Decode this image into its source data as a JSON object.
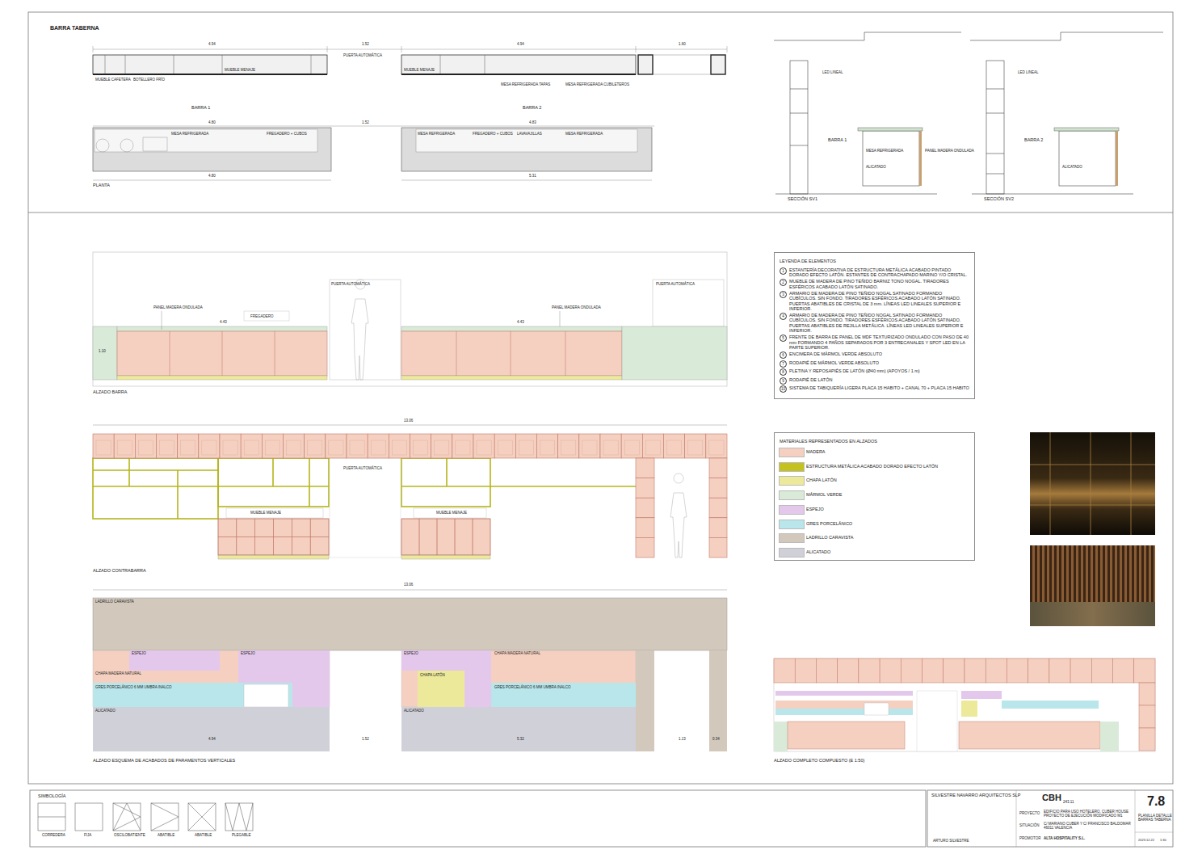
{
  "diagram": {
    "title": "BARRA TABERNA",
    "nodes": [
      {
        "text": [
          "LEYENDA DE ELEMENTOS",
          "1",
          "ESTANTERÍA DECORATIVA DE ESTRUCTURA METÁLICA ACABADO PINTADO DORADO EFECTO LATÓN. ESTANTES DE CONTRACHAPADO MARINO Y/O CRISTAL.",
          "2",
          "MUEBLE DE MADERA DE PINO TEÑIDO BARNIZ TONO NOGAL. TIRADORES ESFÉRICOS ACABADO LATÓN SATINADO.",
          "3",
          "ARMARIO DE MADERA DE PINO TEÑIDO NOGAL SATINADO FORMANDO CUBÍCULOS. SIN FONDO. TIRADORES ESFÉRICOS ACABADO LATÓN SATINADO. PUERTAS ABATIBLES DE CRISTAL DE 3 mm. LÍNEAS LED LINEALES SUPERIOR E INFERIOR.",
          "4",
          "ARMARIO DE MADERA DE PINO TEÑIDO NOGAL SATINADO FORMANDO CUBÍCULOS. SIN FONDO. TIRADORES ESFÉRICOS ACABADO LATÓN SATINADO. PUERTAS ABATIBLES DE REJILLA METÁLICA. LÍNEAS LED LINEALES SUPERIOR E INFERIOR.",
          "5",
          "FRENTE DE BARRA DE PANEL DE MDF TEXTURIZADO ONDULADO CON PASO DE 40 mm FORMANDO 4 PAÑOS SEPARADOS POR 3 ENTRECANALES Y SPOT LED EN LA PARTE SUPERIOR.",
          "6",
          "ENCIMERA DE MÁRMOL VERDE ABSOLUTO",
          "7",
          "RODAPIÉ DE MÁRMOL VERDE ABSOLUTO",
          "8",
          "PLETINA Y REPOSAPIÉS DE LATÓN (Ø40 mm) (APOYOS / 1 m)",
          "9",
          "RODAPIÉ DE LATÓN",
          "10",
          "SISTEMA DE TABIQUERÍA LIGERA PLACA 15 HABITO + CANAL 70 + PLACA 15 HABITO"
        ]
      },
      {
        "text": [
          "MATERIALES REPRESENTADOS EN ALZADOS"
        ]
      }
    ],
    "labels": [
      "BARRA 1",
      "BARRA 2",
      "PLANTA",
      "4.94",
      "1.52",
      "4.94",
      "1.60",
      "MUEBLE MENAJE",
      "MUEBLE MENAJE",
      "MUEBLE CAFETERA",
      "BOTELLERO FRÍO",
      "MESA REFRIGERADA TAPAS",
      "MESA REFRIGERADA CUBILETEROS",
      "PUERTA AUTOMÁTICA",
      "4.80",
      "1.52",
      "4.83",
      "4.80",
      "5.31",
      "MESA REFRIGERADA",
      "FREGADERO + CUBOS",
      "MESA REFRIGERADA",
      "FREGADERO + CUBOS",
      "LAVAVAJILLAS",
      "MESA REFRIGERADA",
      "SECCIÓN SV1",
      "SECCIÓN SV2",
      "BARRA 1",
      "BARRA 2",
      "LED LINEAL",
      "LED LINEAL",
      "ALICATADO",
      "ALICATADO",
      "PANEL MADERA ONDULADA",
      "MESA REFRIGERADA",
      "ALZADO BARRA",
      "PANEL MADERA ONDULADA",
      "PANEL MADERA ONDULADA",
      "4.43",
      "4.43",
      "1.10",
      "ALZADO CONTRABARRA",
      "13.06",
      "MUEBLE MENAJE",
      "MUEBLE MENAJE",
      "ALZADO ESQUEMA DE ACABADOS DE PARAMENTOS VERTICALES",
      "13.06",
      "LADRILLO CARAVISTA",
      "ESPEJO",
      "ESPEJO",
      "ESPEJO",
      "CHAPA MADERA NATURAL",
      "CHAPA MADERA NATURAL",
      "GRES PORCELÁNICO 6 MM UMBRA INALCO",
      "GRES PORCELÁNICO 6 MM UMBRA INALCO",
      "CHAPA LATÓN",
      "ALICATADO",
      "ALICATADO",
      "4.94",
      "1.52",
      "5.32",
      "1.13",
      "0.34",
      "ALZADO COMPLETO COMPUESTO (E 1:50)",
      "SIMBOLOGÍA",
      "CORREDERA",
      "FIJA",
      "OSCILOBATIENTE",
      "ABATIBLE",
      "ABATIBLE",
      "PLEGABLE",
      "SILVESTRE NAVARRO ARQUITECTOS SLP",
      "CBH",
      "243.11",
      "PROYECTO",
      "EDIFICIO PARA USO HOTELERO. CUBER HOUSE PROYECTO DE EJECUCIÓN MODIFICADO M1",
      "SITUACIÓN",
      "C/ MARIANO CUBER Y C/ FRANCISCO BALDOMAR 46011 VALENCIA",
      "PROMOTOR",
      "ALTA HOSPITALITY S.L.",
      "7.8",
      "PLANILLA DETALLE BARRAS TABERNA",
      "2023.12.22",
      "1:30",
      "ARTURO SILVESTRE",
      "PUERTA AUTOMÁTICA",
      "PUERTA AUTOMÁTICA",
      "PUERTA AUTOMÁTICA",
      "FREGADERO"
    ],
    "legend": [
      {
        "text": "MADERA",
        "color": "#f5d0c0"
      },
      {
        "text": "ESTRUCTURA METÁLICA ACABADO DORADO EFECTO LATÓN",
        "color": "#c3c21e"
      },
      {
        "text": "CHAPA LATÓN",
        "color": "#ede99a"
      },
      {
        "text": "MÁRMOL VERDE",
        "color": "#d9ead8"
      },
      {
        "text": "ESPEJO",
        "color": "#e3c8ec"
      },
      {
        "text": "GRES PORCELÁNICO",
        "color": "#b8e6ea"
      },
      {
        "text": "LADRILLO CARAVISTA",
        "color": "#d2c8bc"
      },
      {
        "text": "ALICATADO",
        "color": "#d0d0d8"
      }
    ]
  }
}
